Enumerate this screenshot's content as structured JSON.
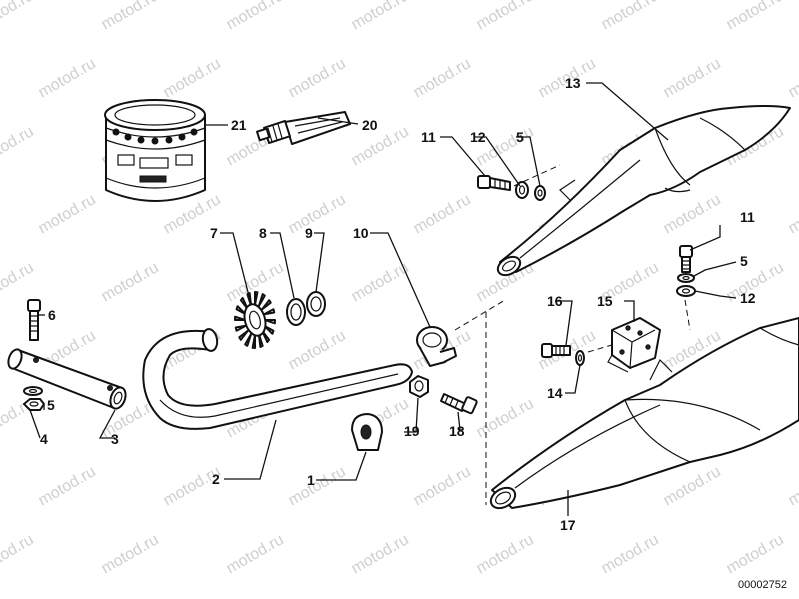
{
  "watermark": "motod.ru",
  "reference_number": "00002752",
  "callouts": {
    "c1": "1",
    "c2": "2",
    "c3": "3",
    "c4": "4",
    "c5a": "5",
    "c5b": "5",
    "c5c": "5",
    "c6": "6",
    "c7": "7",
    "c8": "8",
    "c9": "9",
    "c10": "10",
    "c11a": "11",
    "c11b": "11",
    "c12a": "12",
    "c12b": "12",
    "c13": "13",
    "c14": "14",
    "c15": "15",
    "c16": "16",
    "c17": "17",
    "c18": "18",
    "c19": "19",
    "c20": "20",
    "c21": "21"
  }
}
